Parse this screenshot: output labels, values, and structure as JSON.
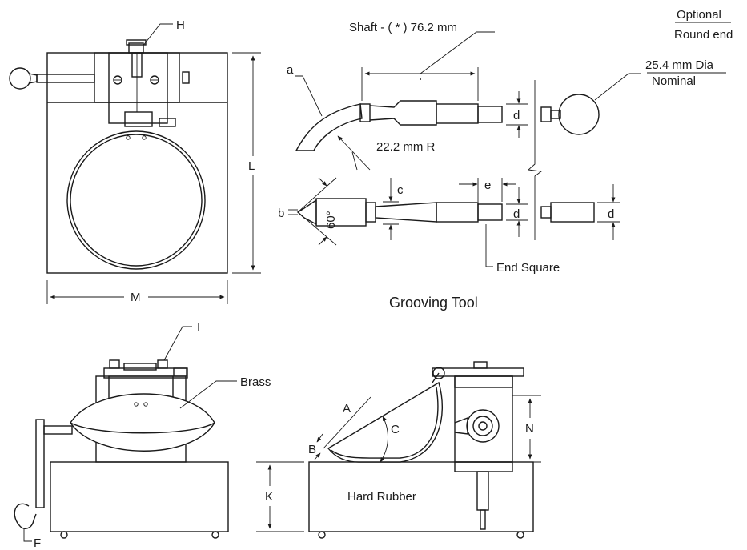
{
  "labels": {
    "H": "H",
    "L": "L",
    "M": "M",
    "I": "I",
    "F": "F",
    "K": "K",
    "N": "N",
    "A": "A",
    "B": "B",
    "C": "C",
    "a": "a",
    "b": "b",
    "c": "c",
    "d1": "d",
    "d2": "d",
    "d3": "d",
    "e": "e",
    "brass": "Brass",
    "hard_rubber": "Hard Rubber",
    "shaft": "Shaft - ( * ) 76.2 mm",
    "radius": "22.2 mm R",
    "angle": "60°",
    "end_square": "End Square",
    "optional": "Optional",
    "round_end": "Round end",
    "dia_line1": "25.4 mm Dia",
    "dia_line2": "Nominal",
    "grooving_tool": "Grooving Tool"
  },
  "colors": {
    "line": "#1a1a1a",
    "background": "#ffffff"
  }
}
